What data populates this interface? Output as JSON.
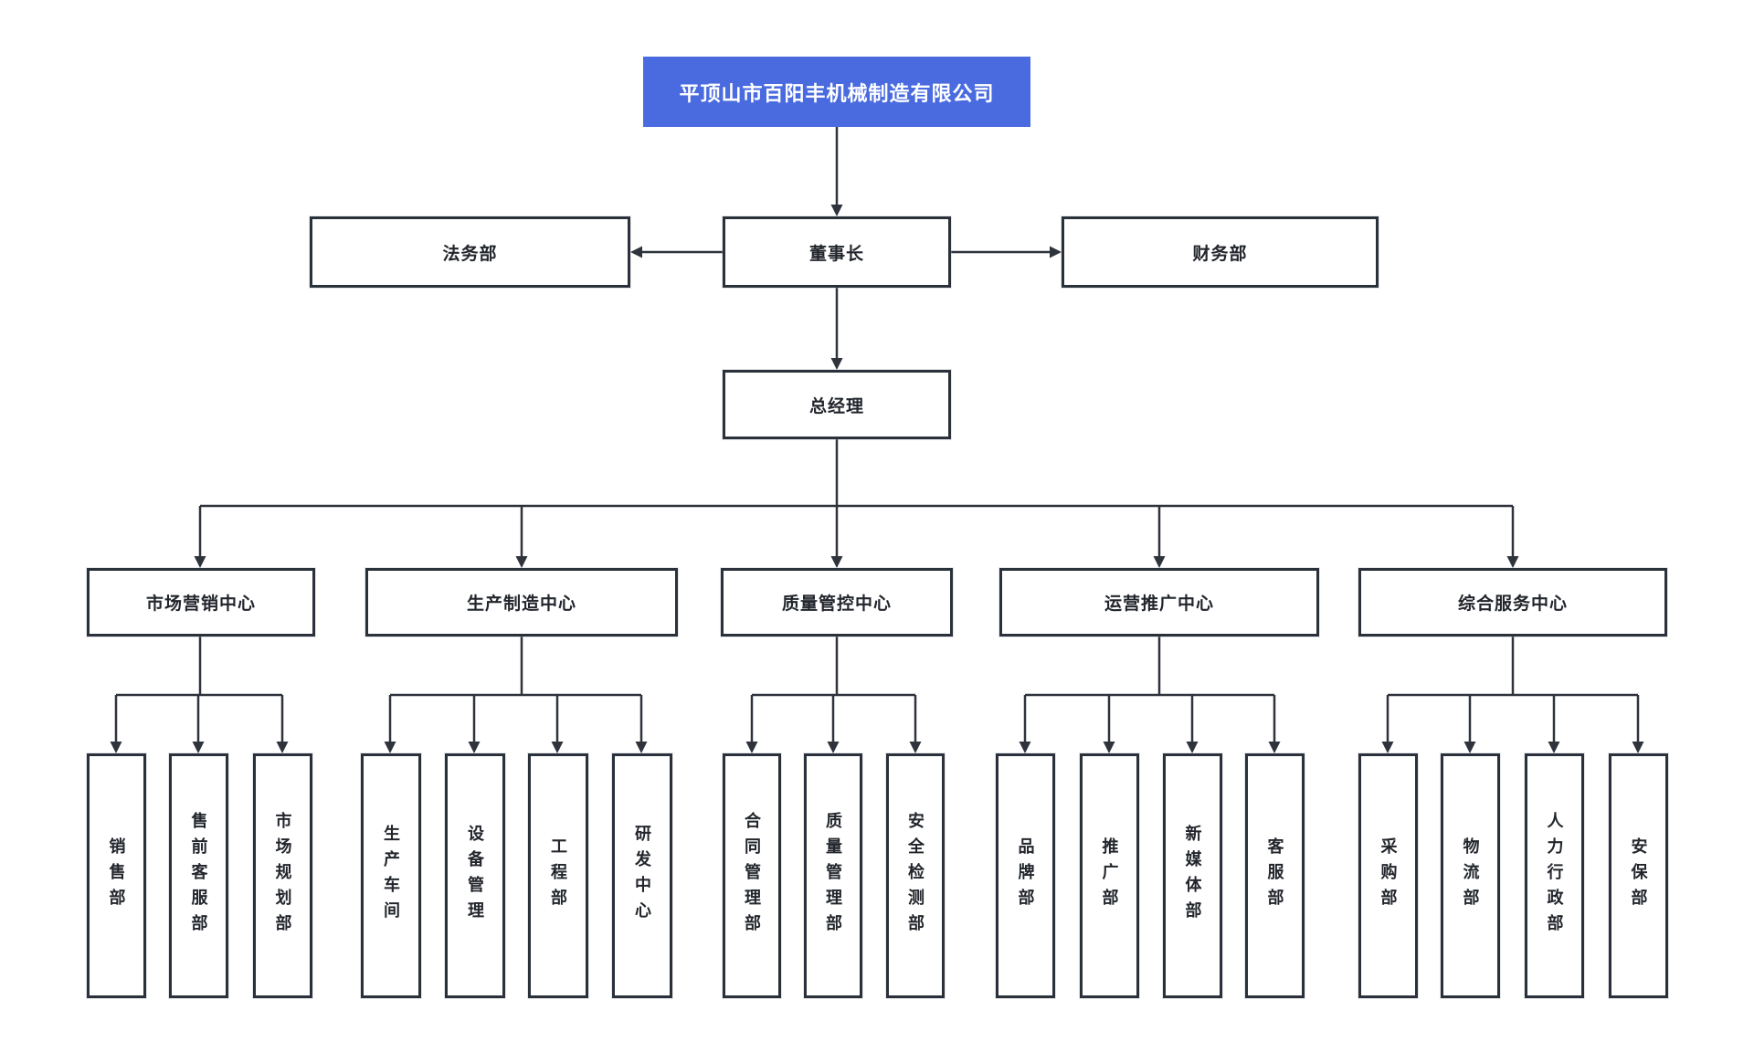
{
  "colors": {
    "root_bg": "#4a6be0",
    "root_text": "#ffffff",
    "box_border": "#2b313a",
    "line": "#2e333c",
    "text": "#22262c"
  },
  "nodes": {
    "root": "平顶山市百阳丰机械制造有限公司",
    "legal": "法务部",
    "chairman": "董事长",
    "finance": "财务部",
    "general_manager": "总经理",
    "centers": [
      {
        "label": "市场营销中心",
        "departments": [
          "销售部",
          "售前客服部",
          "市场规划部"
        ]
      },
      {
        "label": "生产制造中心",
        "departments": [
          "生产车间",
          "设备管理",
          "工程部",
          "研发中心"
        ]
      },
      {
        "label": "质量管控中心",
        "departments": [
          "合同管理部",
          "质量管理部",
          "安全检测部"
        ]
      },
      {
        "label": "运营推广中心",
        "departments": [
          "品牌部",
          "推广部",
          "新媒体部",
          "客服部"
        ]
      },
      {
        "label": "综合服务中心",
        "departments": [
          "采购部",
          "物流部",
          "人力行政部",
          "安保部"
        ]
      }
    ]
  }
}
